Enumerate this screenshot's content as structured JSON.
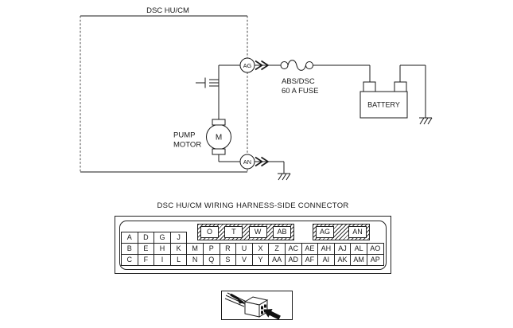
{
  "diagram": {
    "module_label": "DSC HU/CM",
    "fuse": {
      "line1": "ABS/DSC",
      "line2": "60 A FUSE"
    },
    "pump": {
      "line1": "PUMP",
      "line2": "MOTOR",
      "symbol": "M"
    },
    "battery_label": "BATTERY",
    "terminals": {
      "ag": "AG",
      "an": "AN"
    }
  },
  "connector": {
    "title": "DSC HU/CM WIRING HARNESS-SIDE CONNECTOR",
    "row1": [
      "A",
      "D",
      "G",
      "J"
    ],
    "group1": [
      "O",
      "T",
      "W",
      "AB"
    ],
    "group2": [
      "AG",
      "AN"
    ],
    "row2": [
      "B",
      "E",
      "H",
      "K",
      "M",
      "P",
      "R",
      "U",
      "X",
      "Z",
      "AC",
      "AE",
      "AH",
      "AJ",
      "AL",
      "AO"
    ],
    "row3": [
      "C",
      "F",
      "I",
      "L",
      "N",
      "Q",
      "S",
      "V",
      "Y",
      "AA",
      "AD",
      "AF",
      "AI",
      "AK",
      "AM",
      "AP"
    ]
  },
  "colors": {
    "line": "#1a1a1a",
    "hatch": "#3a3a3a",
    "background": "#ffffff"
  }
}
